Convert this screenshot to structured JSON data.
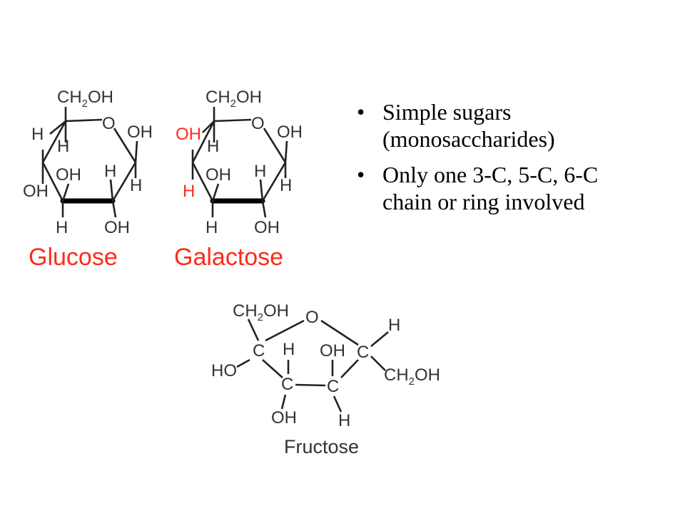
{
  "structures": {
    "glucose": {
      "name": "Glucose",
      "ch2oh": "CH",
      "ch2oh_sub": "2",
      "ch2oh_tail": "OH",
      "ring_o": "O",
      "labels": {
        "h_left": "H",
        "h_in": "H",
        "oh_right": "OH",
        "oh_mid": "OH",
        "h_mid": "H",
        "h_right": "H",
        "oh_left": "OH",
        "h_bottom": "H",
        "oh_bottom": "OH"
      }
    },
    "galactose": {
      "name": "Galactose",
      "ch2oh": "CH",
      "ch2oh_sub": "2",
      "ch2oh_tail": "OH",
      "ring_o": "O",
      "labels": {
        "oh_left_red": "OH",
        "h_in": "H",
        "oh_right": "OH",
        "oh_mid": "OH",
        "h_mid": "H",
        "h_right": "H",
        "h_left_red": "H",
        "h_bottom": "H",
        "oh_bottom": "OH"
      }
    },
    "fructose": {
      "name": "Fructose",
      "ch2oh_top": "CH",
      "ch2oh_top_sub": "2",
      "ch2oh_top_tail": "OH",
      "ring_o": "O",
      "h_top_right": "H",
      "c_left": "C",
      "c_right": "C",
      "c_bottom_left": "C",
      "c_bottom_right": "C",
      "h_mid": "H",
      "oh_mid": "OH",
      "ho_left": "HO",
      "ch2oh_right": "CH",
      "ch2oh_right_sub": "2",
      "ch2oh_right_tail": "OH",
      "oh_bottom": "OH",
      "h_bottom": "H"
    }
  },
  "bullets": [
    "Simple sugars (monosaccharides)",
    "Only one 3-C, 5-C, 6-C chain or ring involved"
  ],
  "bullet_symbol": "•",
  "colors": {
    "highlight": "#ff2a1a",
    "text": "#333333"
  }
}
